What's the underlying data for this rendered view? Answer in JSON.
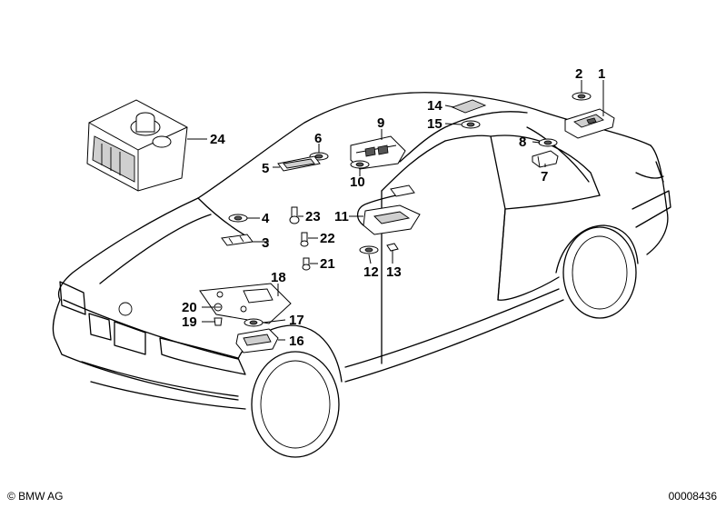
{
  "callouts": [
    "1",
    "2",
    "3",
    "4",
    "5",
    "6",
    "7",
    "8",
    "9",
    "10",
    "11",
    "12",
    "13",
    "14",
    "15",
    "16",
    "17",
    "18",
    "19",
    "20",
    "21",
    "22",
    "23",
    "24"
  ],
  "footer": {
    "copyright": "© BMW AG",
    "drawing_number": "00008436"
  }
}
